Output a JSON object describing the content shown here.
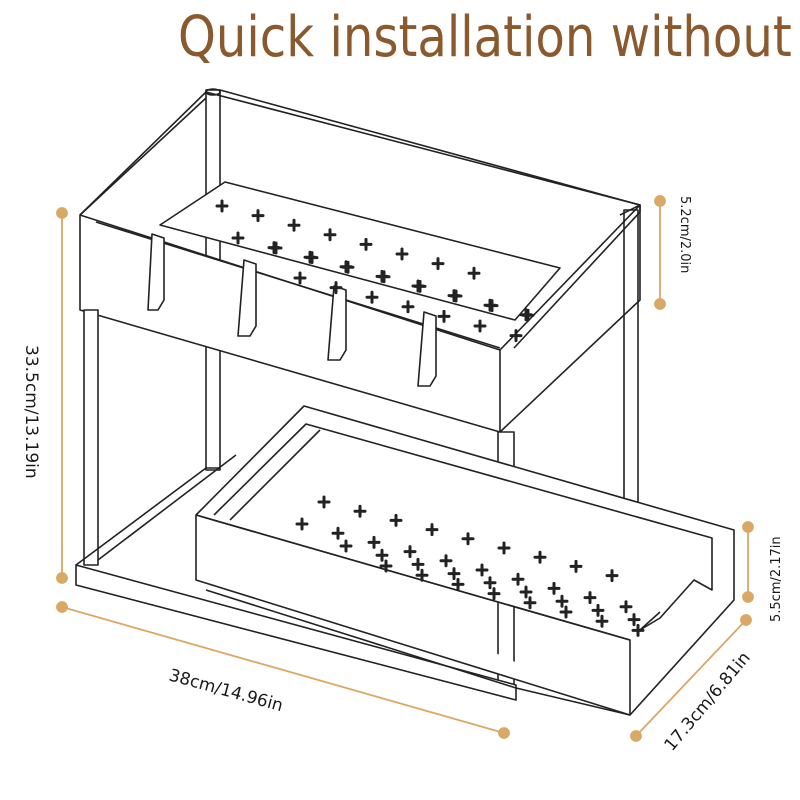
{
  "headline": "Quick installation without",
  "dimensions": {
    "height": "33.5cm/13.19in",
    "width": "38cm/14.96in",
    "depth": "17.3cm/6.81in",
    "top_basket_height": "5.2cm/2.0in",
    "drawer_height": "5.5cm/2.17in"
  },
  "colors": {
    "headline": "#8a5a2e",
    "dimension_line": "#d9a864",
    "outline": "#222222"
  }
}
